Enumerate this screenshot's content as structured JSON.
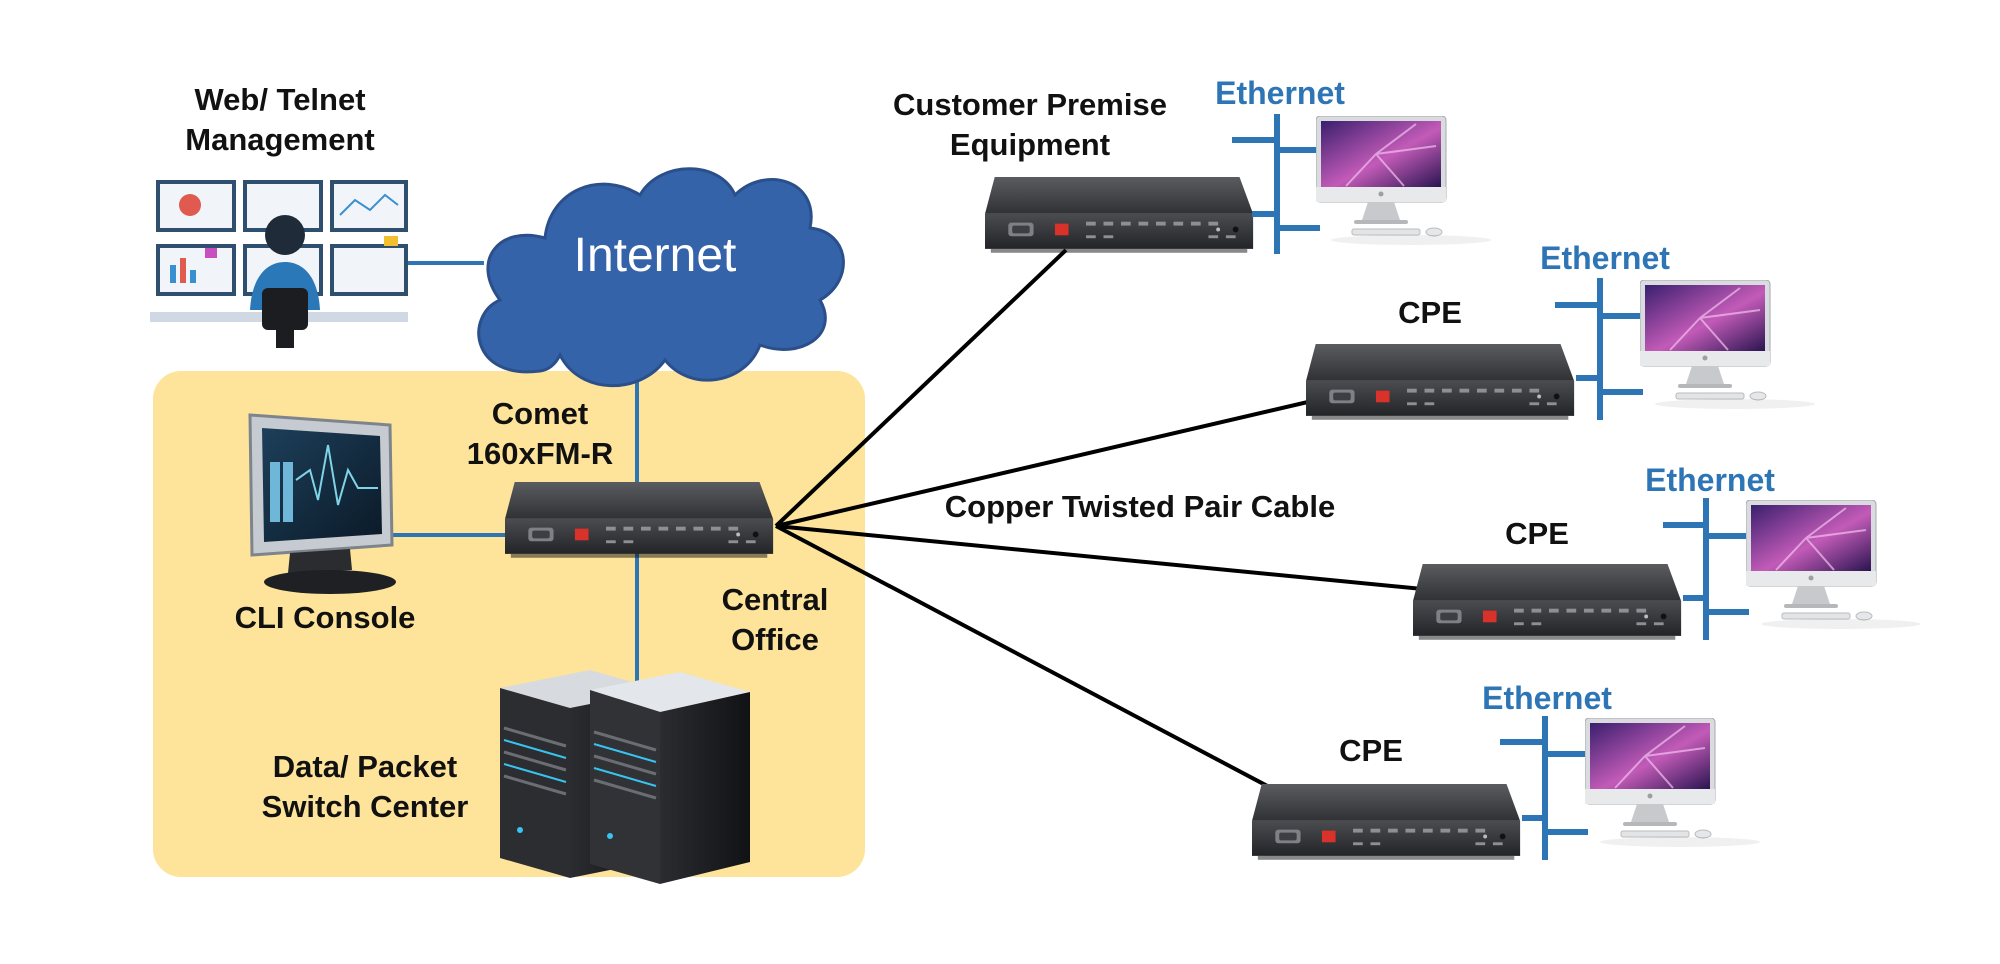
{
  "labels": {
    "web_telnet_line1": "Web/ Telnet",
    "web_telnet_line2": "Management",
    "internet": "Internet",
    "comet_line1": "Comet",
    "comet_line2": "160xFM-R",
    "cli_console": "CLI Console",
    "central_line1": "Central",
    "central_line2": "Office",
    "data_packet_line1": "Data/ Packet",
    "data_packet_line2": "Switch Center",
    "cpe_main_line1": "Customer Premise",
    "cpe_main_line2": "Equipment",
    "cpe": "CPE",
    "copper_cable": "Copper Twisted Pair Cable",
    "ethernet": "Ethernet"
  },
  "colors": {
    "office_zone": "#fde49a",
    "cloud": "#3563a9",
    "link_blue": "#2e75b6",
    "ethernet_text": "#2e75b6",
    "copper_line": "#000000",
    "device_body": "#3b3d40"
  },
  "icons": [
    "monitoring-wall-icon",
    "cloud-icon",
    "cli-monitor-icon",
    "server-rack-icon",
    "line-device-icon",
    "imac-computer-icon"
  ]
}
